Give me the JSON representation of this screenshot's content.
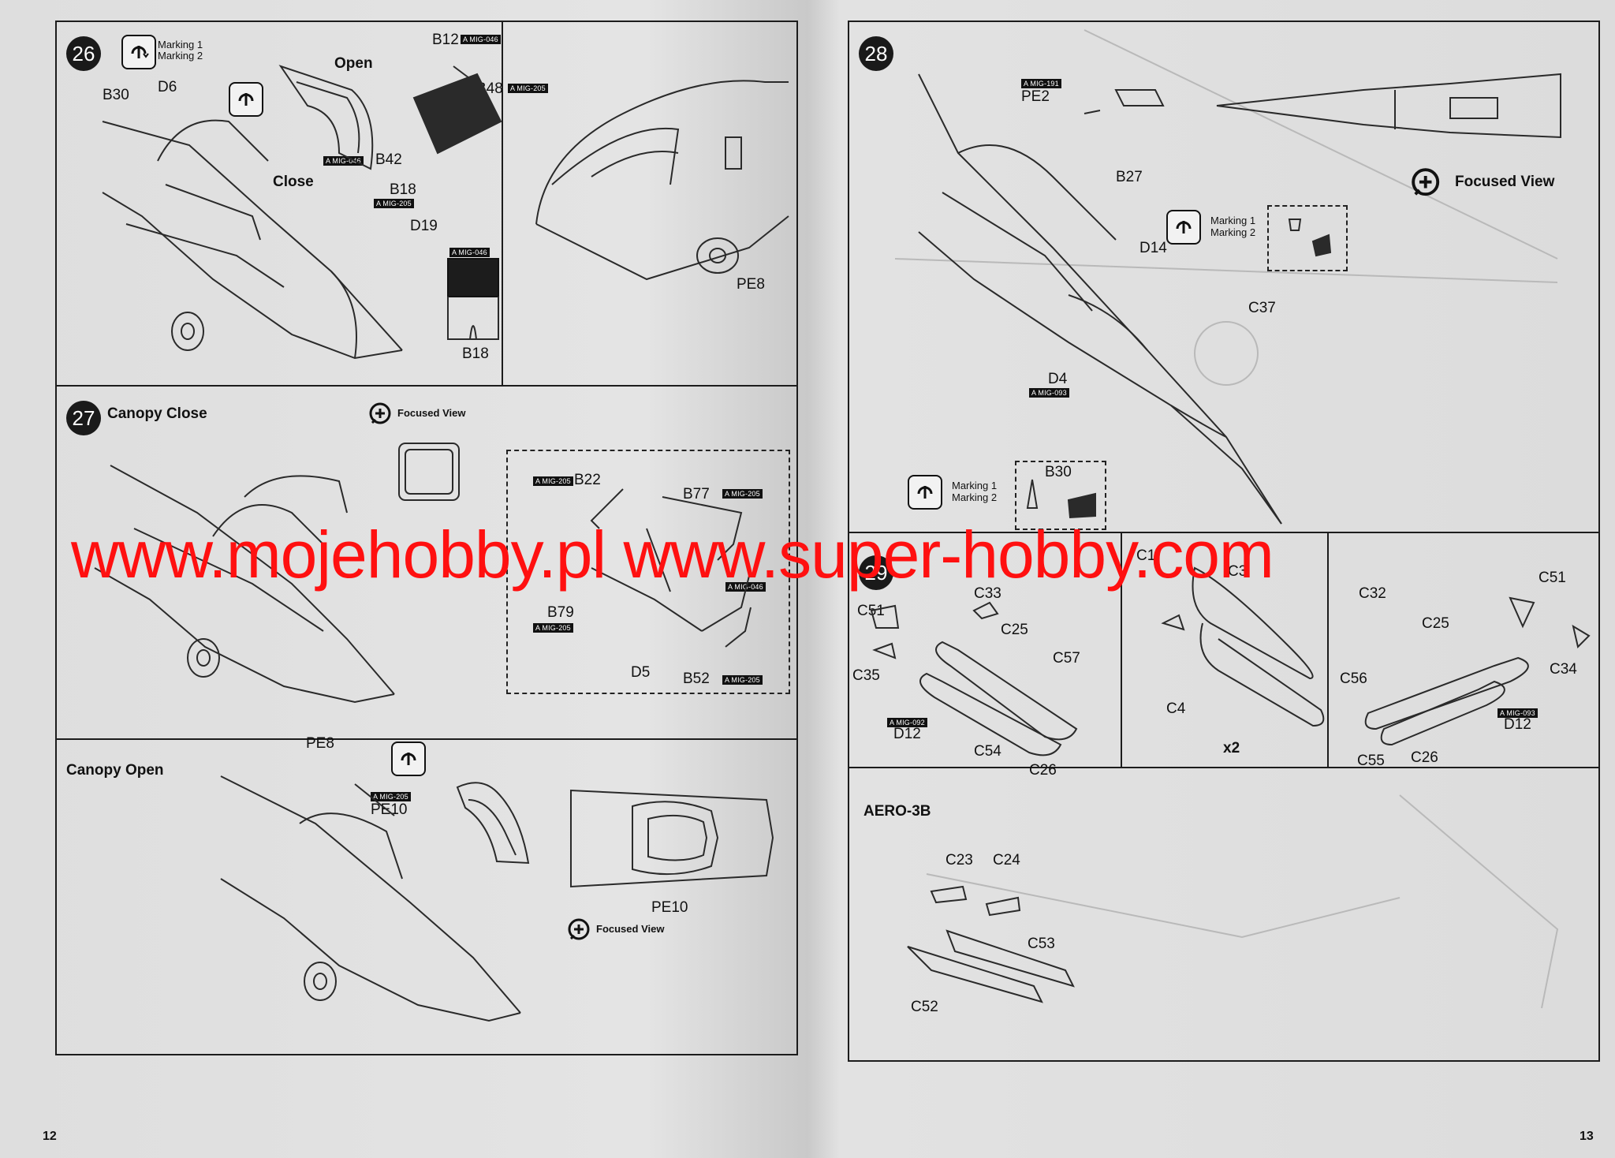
{
  "left_page": {
    "page_number": "12",
    "step26": {
      "number": "26",
      "marking_lines": [
        "Marking 1",
        "Marking 2"
      ],
      "open_label": "Open",
      "close_label": "Close",
      "parts": [
        "B30",
        "D6",
        "B12",
        "B48",
        "B42",
        "B18",
        "D19",
        "PE8"
      ],
      "inset_label": "B18",
      "tags": [
        "A MIG-046",
        "A MIG-205",
        "A MIG-046",
        "A MIG-205",
        "A MIG-046"
      ]
    },
    "step27": {
      "number": "27",
      "title": "Canopy Close",
      "focused_view": "Focused View",
      "parts": [
        "B22",
        "B77",
        "B79",
        "D5",
        "B52",
        "PE8"
      ],
      "tags": [
        "A MIG-205",
        "A MIG-205",
        "A MIG-205",
        "A MIG-046",
        "A MIG-205"
      ]
    },
    "canopy_open": {
      "title": "Canopy Open",
      "parts": [
        "PE10",
        "PE10"
      ],
      "tag": "A MIG-205",
      "focused_view": "Focused View"
    }
  },
  "right_page": {
    "page_number": "13",
    "step28": {
      "number": "28",
      "focused_view": "Focused View",
      "marking_lines": [
        "Marking 1",
        "Marking 2"
      ],
      "parts": [
        "PE2",
        "B27",
        "D14",
        "C37",
        "D4",
        "B30"
      ],
      "tags": [
        "A MIG-191",
        "A MIG-093"
      ]
    },
    "step29": {
      "number": "29",
      "parts_left": [
        "C51",
        "C33",
        "C35",
        "C25",
        "C57",
        "D12",
        "C54",
        "C26"
      ],
      "parts_mid": [
        "C1",
        "C3",
        "C4"
      ],
      "multiplier": "x2",
      "parts_right": [
        "C32",
        "C51",
        "C25",
        "C34",
        "C56",
        "D12",
        "C55",
        "C26"
      ],
      "tags": [
        "A MIG-092",
        "A MIG-093"
      ]
    },
    "aero": {
      "title": "AERO-3B",
      "parts": [
        "C23",
        "C24",
        "C53",
        "C52"
      ]
    }
  },
  "watermark": "www.mojehobby.pl www.super-hobby.com"
}
